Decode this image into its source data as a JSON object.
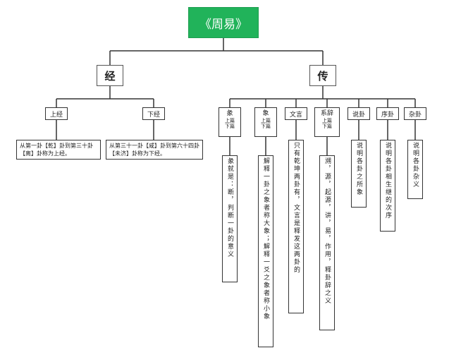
{
  "root": {
    "label": "《周易》",
    "color": "#21b35a"
  },
  "jing": {
    "label": "经",
    "shang": {
      "label": "上经",
      "desc": "从第一卦【乾】卦到第三十卦【离】卦称为上经。"
    },
    "xia": {
      "label": "下经",
      "desc": "从第三十一卦【咸】卦到第六十四卦【未济】卦称为下经。"
    }
  },
  "zhuan": {
    "label": "传",
    "items": [
      {
        "main": "彖",
        "sub1": "上篇",
        "sub2": "下篇",
        "desc": "彖就是：断，判断一卦的意义"
      },
      {
        "main": "象",
        "sub1": "上篇",
        "sub2": "下篇",
        "desc": "解释一卦之象者称大象；解释一爻之象者称小象"
      },
      {
        "main": "文言",
        "desc": "只有乾坤两卦有，文言是释发这两卦的"
      },
      {
        "main": "系辞",
        "sub1": "上篇",
        "sub2": "下篇",
        "desc": "溯，源，起源，讲，易，作用，释卦辞之义"
      },
      {
        "main": "说卦",
        "desc": "说明各卦之所象"
      },
      {
        "main": "序卦",
        "desc": "说明各卦相生继的次序"
      },
      {
        "main": "杂卦",
        "desc": "说明各卦杂义"
      }
    ]
  }
}
